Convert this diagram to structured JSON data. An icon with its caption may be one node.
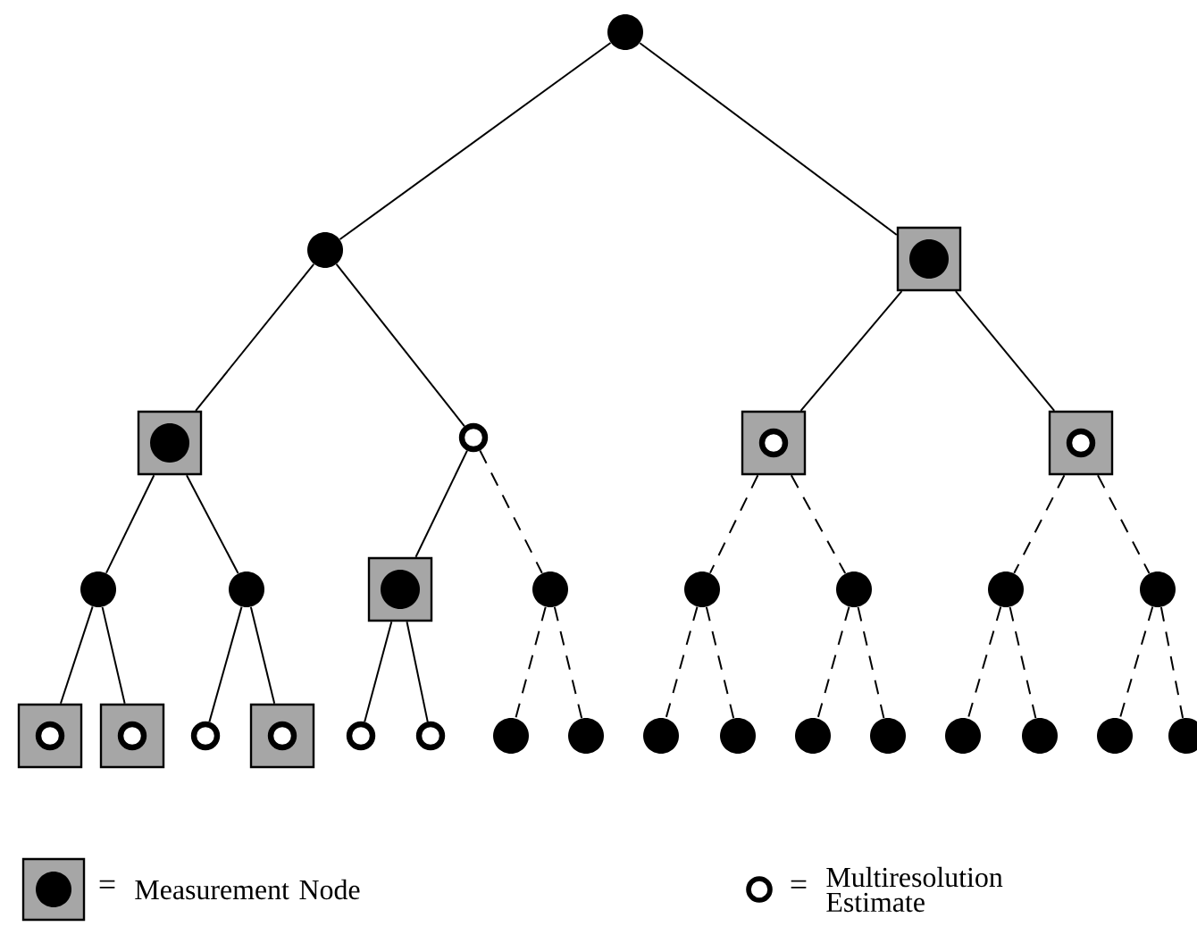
{
  "diagram": {
    "nodes": [
      {
        "text": [],
        "shape": "dot"
      },
      {
        "text": [],
        "shape": "dot"
      },
      {
        "text": [],
        "shape": "box"
      },
      {
        "text": [],
        "shape": "dot",
        "in": 2
      },
      {
        "text": [],
        "shape": "box"
      },
      {
        "text": [],
        "shape": "dot",
        "in": 4
      },
      {
        "text": [],
        "shape": "ring"
      },
      {
        "text": [],
        "shape": "box"
      },
      {
        "text": [],
        "shape": "ring",
        "in": 7
      },
      {
        "text": [],
        "shape": "box"
      },
      {
        "text": [],
        "shape": "ring",
        "in": 9
      },
      {
        "text": [],
        "shape": "dot"
      },
      {
        "text": [],
        "shape": "dot"
      },
      {
        "text": [],
        "shape": "box"
      },
      {
        "text": [],
        "shape": "dot",
        "in": 13
      },
      {
        "text": [],
        "shape": "dot"
      },
      {
        "text": [],
        "shape": "dot"
      },
      {
        "text": [],
        "shape": "dot"
      },
      {
        "text": [],
        "shape": "dot"
      },
      {
        "text": [],
        "shape": "dot"
      },
      {
        "text": [],
        "shape": "box"
      },
      {
        "text": [],
        "shape": "ring",
        "in": 20
      },
      {
        "text": [],
        "shape": "box"
      },
      {
        "text": [],
        "shape": "ring",
        "in": 22
      },
      {
        "text": [],
        "shape": "ring"
      },
      {
        "text": [],
        "shape": "box"
      },
      {
        "text": [],
        "shape": "ring",
        "in": 25
      },
      {
        "text": [],
        "shape": "ring"
      },
      {
        "text": [],
        "shape": "ring"
      },
      {
        "text": [],
        "shape": "dot"
      },
      {
        "text": [],
        "shape": "dot"
      },
      {
        "text": [],
        "shape": "dot"
      },
      {
        "text": [],
        "shape": "dot"
      },
      {
        "text": [],
        "shape": "dot"
      },
      {
        "text": [],
        "shape": "dot"
      },
      {
        "text": [],
        "shape": "dot"
      },
      {
        "text": [],
        "shape": "dot"
      },
      {
        "text": [],
        "shape": "dot"
      },
      {
        "text": [],
        "shape": "dot"
      }
    ],
    "edges": [
      {
        "from": 0,
        "to": 1,
        "arrow": "none"
      },
      {
        "from": 0,
        "to": 2,
        "arrow": "none"
      },
      {
        "from": 1,
        "to": 4,
        "arrow": "none"
      },
      {
        "from": 1,
        "to": 6,
        "arrow": "none"
      },
      {
        "from": 2,
        "to": 7,
        "arrow": "none"
      },
      {
        "from": 2,
        "to": 9,
        "arrow": "none"
      },
      {
        "from": 4,
        "to": 11,
        "arrow": "none"
      },
      {
        "from": 4,
        "to": 12,
        "arrow": "none"
      },
      {
        "from": 6,
        "to": 13,
        "arrow": "none"
      },
      {
        "from": 6,
        "to": 15,
        "arrow": "none",
        "style": "dashed"
      },
      {
        "from": 7,
        "to": 16,
        "arrow": "none",
        "style": "dashed"
      },
      {
        "from": 7,
        "to": 17,
        "arrow": "none",
        "style": "dashed"
      },
      {
        "from": 9,
        "to": 18,
        "arrow": "none",
        "style": "dashed"
      },
      {
        "from": 9,
        "to": 19,
        "arrow": "none",
        "style": "dashed"
      },
      {
        "from": 11,
        "to": 20,
        "arrow": "none"
      },
      {
        "from": 11,
        "to": 22,
        "arrow": "none"
      },
      {
        "from": 12,
        "to": 24,
        "arrow": "none"
      },
      {
        "from": 12,
        "to": 25,
        "arrow": "none"
      },
      {
        "from": 13,
        "to": 27,
        "arrow": "none"
      },
      {
        "from": 13,
        "to": 28,
        "arrow": "none"
      },
      {
        "from": 15,
        "to": 29,
        "arrow": "none",
        "style": "dashed"
      },
      {
        "from": 15,
        "to": 30,
        "arrow": "none",
        "style": "dashed"
      },
      {
        "from": 16,
        "to": 31,
        "arrow": "none",
        "style": "dashed"
      },
      {
        "from": 16,
        "to": 32,
        "arrow": "none",
        "style": "dashed"
      },
      {
        "from": 17,
        "to": 33,
        "arrow": "none",
        "style": "dashed"
      },
      {
        "from": 17,
        "to": 34,
        "arrow": "none",
        "style": "dashed"
      },
      {
        "from": 18,
        "to": 35,
        "arrow": "none",
        "style": "dashed"
      },
      {
        "from": 18,
        "to": 36,
        "arrow": "none",
        "style": "dashed"
      },
      {
        "from": 19,
        "to": 37,
        "arrow": "none",
        "style": "dashed"
      },
      {
        "from": 19,
        "to": 38,
        "arrow": "none",
        "style": "dashed"
      }
    ],
    "labels": [
      "=",
      "="
    ],
    "legend": [
      {
        "text": "Measurement Node"
      },
      {
        "text": "Multiresolution Estimate"
      }
    ]
  }
}
